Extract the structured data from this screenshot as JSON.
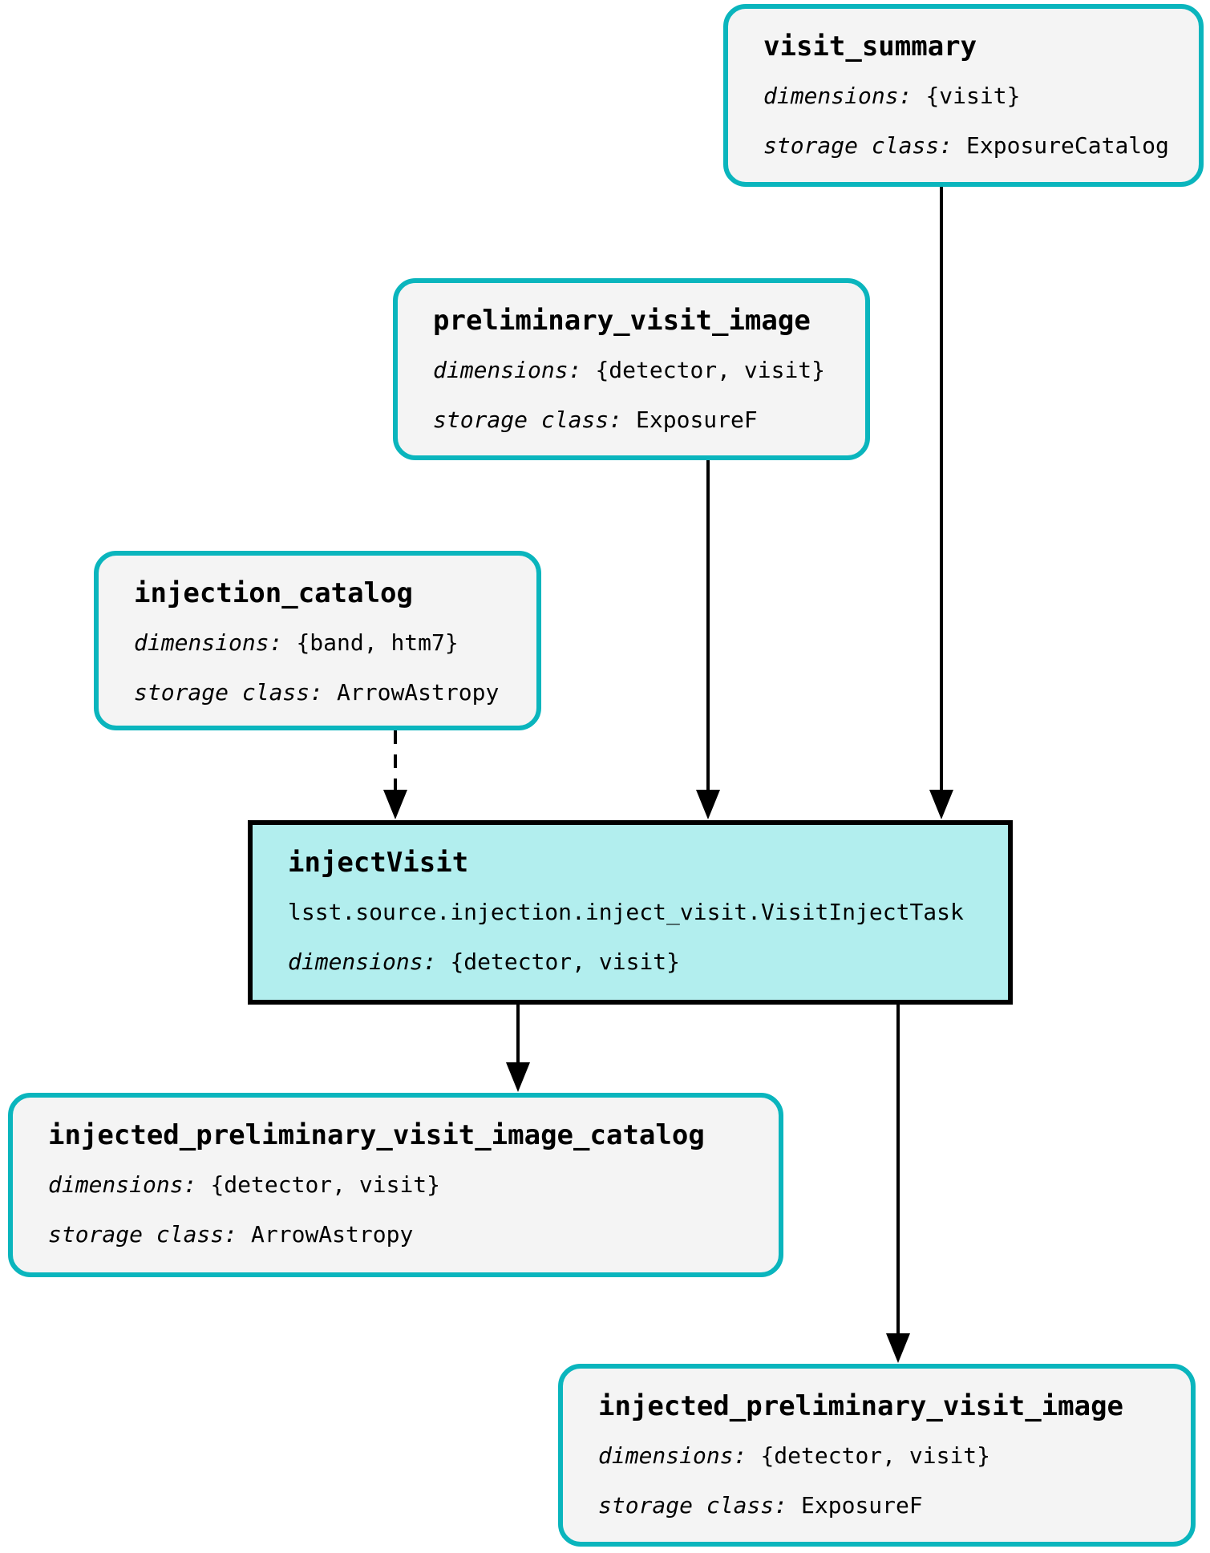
{
  "nodes": {
    "visit_summary": {
      "title": "visit_summary",
      "dimensions_label": "dimensions:",
      "dimensions": "{visit}",
      "storage_label": "storage class:",
      "storage_class": "ExposureCatalog"
    },
    "preliminary_visit_image": {
      "title": "preliminary_visit_image",
      "dimensions_label": "dimensions:",
      "dimensions": "{detector, visit}",
      "storage_label": "storage class:",
      "storage_class": "ExposureF"
    },
    "injection_catalog": {
      "title": "injection_catalog",
      "dimensions_label": "dimensions:",
      "dimensions": "{band, htm7}",
      "storage_label": "storage class:",
      "storage_class": "ArrowAstropy"
    },
    "injectVisit": {
      "title": "injectVisit",
      "task_class": "lsst.source.injection.inject_visit.VisitInjectTask",
      "dimensions_label": "dimensions:",
      "dimensions": "{detector, visit}"
    },
    "injected_preliminary_visit_image_catalog": {
      "title": "injected_preliminary_visit_image_catalog",
      "dimensions_label": "dimensions:",
      "dimensions": "{detector, visit}",
      "storage_label": "storage class:",
      "storage_class": "ArrowAstropy"
    },
    "injected_preliminary_visit_image": {
      "title": "injected_preliminary_visit_image",
      "dimensions_label": "dimensions:",
      "dimensions": "{detector, visit}",
      "storage_label": "storage class:",
      "storage_class": "ExposureF"
    }
  },
  "edges": [
    {
      "from": "injection_catalog",
      "to": "injectVisit",
      "style": "dashed"
    },
    {
      "from": "preliminary_visit_image",
      "to": "injectVisit",
      "style": "solid"
    },
    {
      "from": "visit_summary",
      "to": "injectVisit",
      "style": "solid"
    },
    {
      "from": "injectVisit",
      "to": "injected_preliminary_visit_image_catalog",
      "style": "solid"
    },
    {
      "from": "injectVisit",
      "to": "injected_preliminary_visit_image",
      "style": "solid"
    }
  ],
  "colors": {
    "background": "#ffffff",
    "dataset_border": "#0ab5bd",
    "dataset_fill": "#f4f4f4",
    "task_border": "#000000",
    "task_fill": "#b2eeee",
    "edge": "#000000",
    "text": "#000000"
  }
}
